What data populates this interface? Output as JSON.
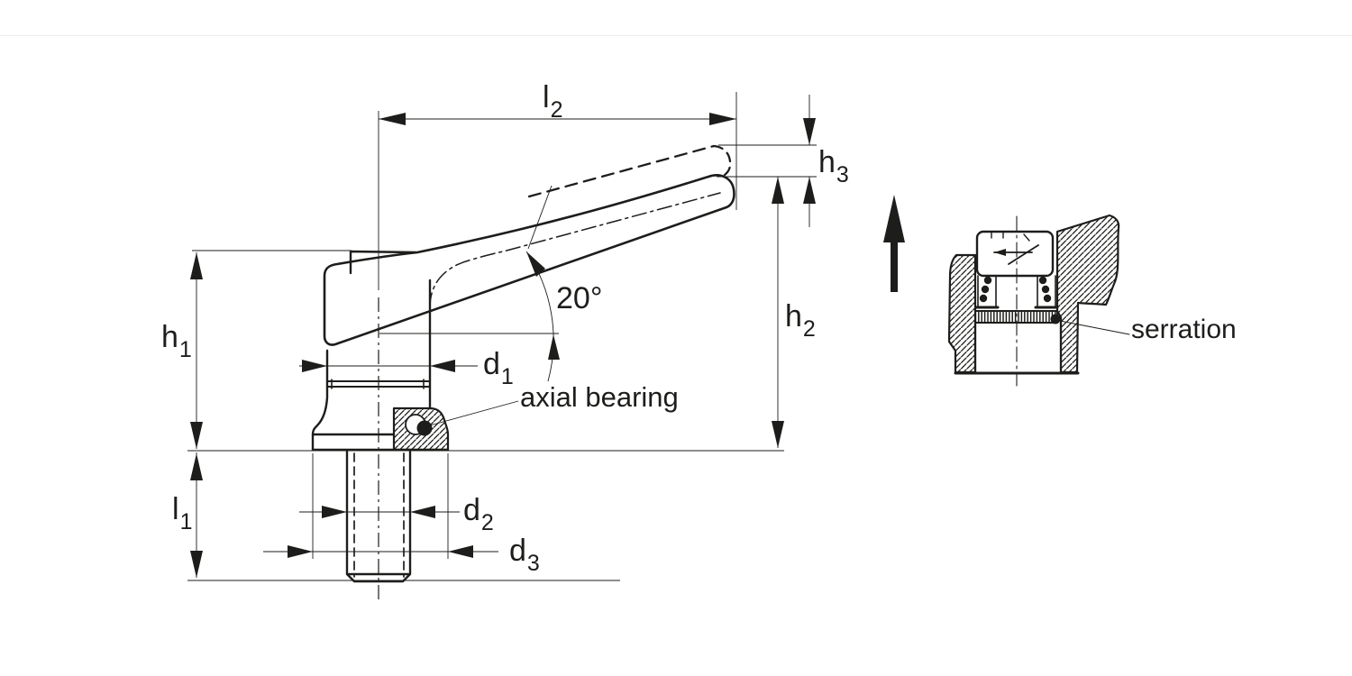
{
  "drawing": {
    "type": "technical-drawing",
    "subject": "adjustable clamping lever with axial bearing, side view with section detail",
    "line_color": "#1d1d1b",
    "background_color": "#ffffff",
    "labels": {
      "l2": {
        "base": "l",
        "sub": "2"
      },
      "h3": {
        "base": "h",
        "sub": "3"
      },
      "h2": {
        "base": "h",
        "sub": "2"
      },
      "h1": {
        "base": "h",
        "sub": "1"
      },
      "l1": {
        "base": "l",
        "sub": "1"
      },
      "d1": {
        "base": "d",
        "sub": "1"
      },
      "d2": {
        "base": "d",
        "sub": "2"
      },
      "d3": {
        "base": "d",
        "sub": "3"
      }
    },
    "annotations": {
      "angle": "20°",
      "axial_bearing": "axial bearing",
      "serration": "serration"
    }
  }
}
